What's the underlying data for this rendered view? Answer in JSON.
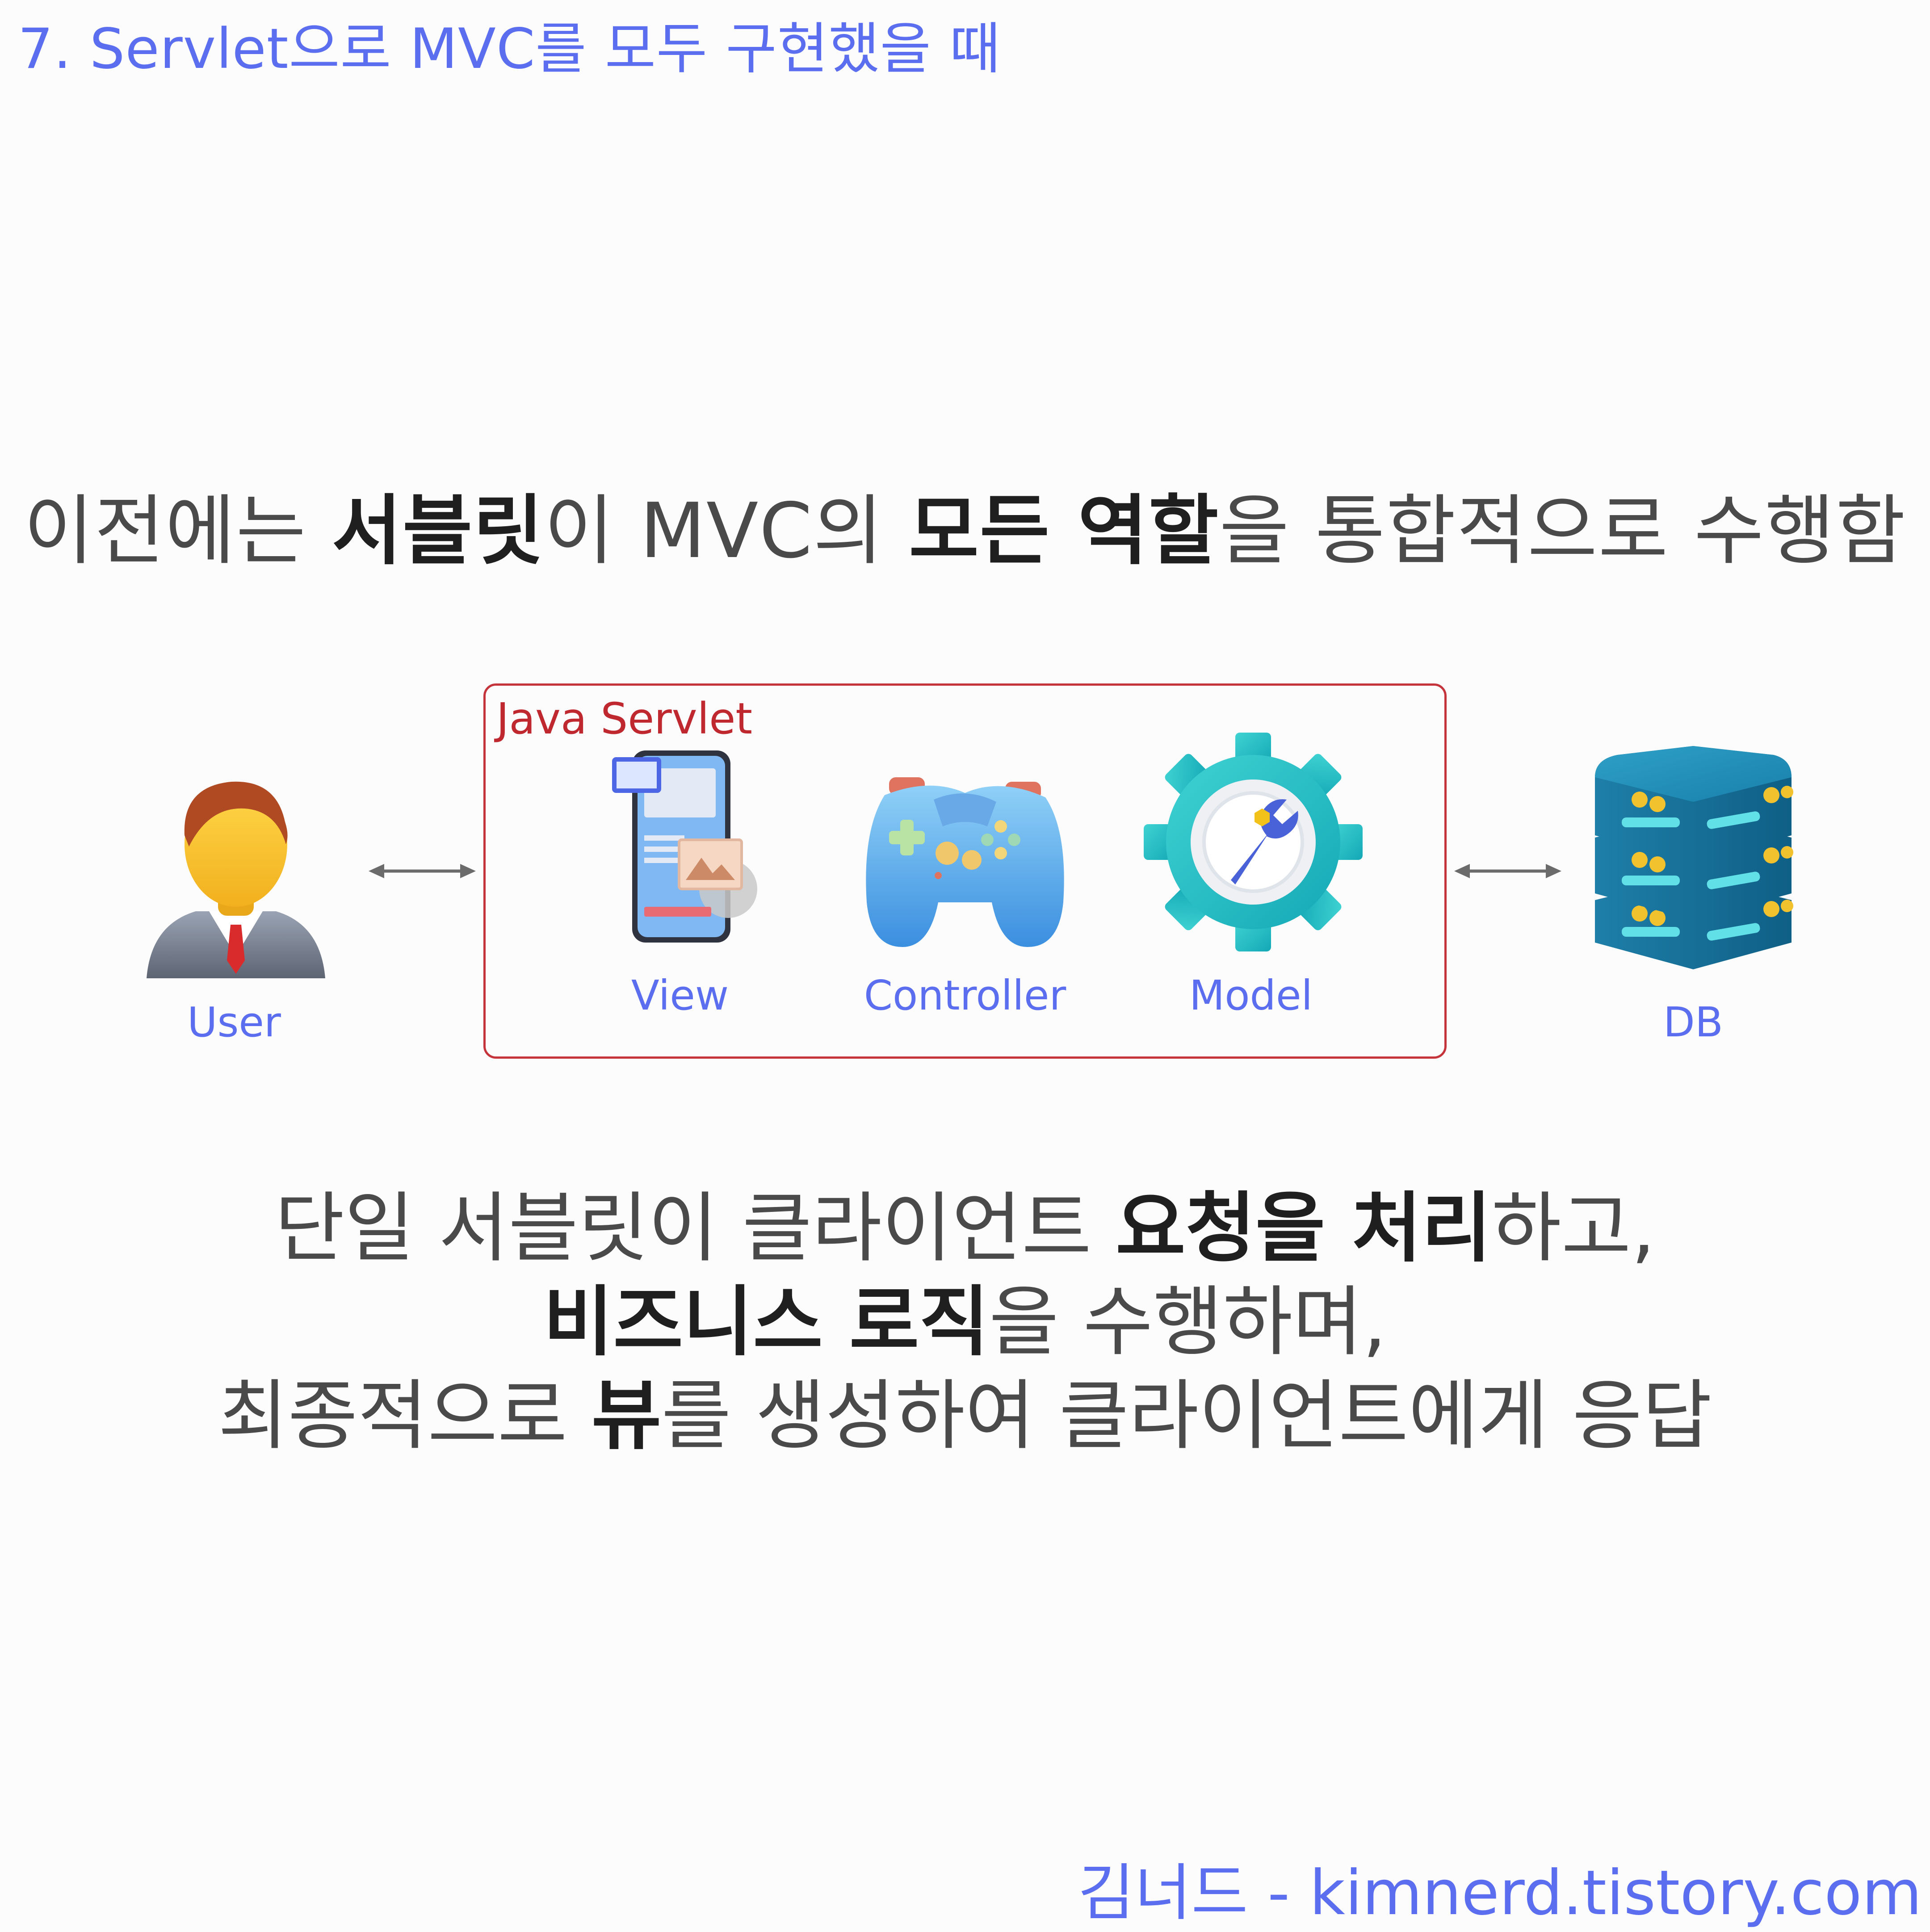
{
  "title": "7. Servlet으로 MVC를 모두 구현했을 때",
  "headline": {
    "p1": "이전에는 ",
    "b1": "서블릿",
    "p2": "이 MVC의 ",
    "b2": "모든 역할",
    "p3": "을 통합적으로 수행함"
  },
  "diagram": {
    "servlet_label": "Java Servlet",
    "user_label": "User",
    "view_label": "View",
    "controller_label": "Controller",
    "model_label": "Model",
    "db_label": "DB"
  },
  "description": {
    "line1": {
      "p1": "단일 서블릿이 클라이언트 ",
      "b1": "요청을 처리",
      "p2": "하고,"
    },
    "line2": {
      "b1": "비즈니스 로직",
      "p1": "을 수행하며,"
    },
    "line3": {
      "p1": "최종적으로 ",
      "b1": "뷰",
      "p2": "를 생성하여 클라이언트에게 응답"
    }
  },
  "footer": "김너드 - kimnerd.tistory.com",
  "colors": {
    "accent": "#5b6ef0",
    "servlet_border": "#c5343b",
    "text": "#4a4a4a",
    "arrow": "#6b6b6b"
  },
  "icons": [
    "user-icon",
    "phone-icon",
    "gamepad-icon",
    "gear-icon",
    "database-icon"
  ]
}
